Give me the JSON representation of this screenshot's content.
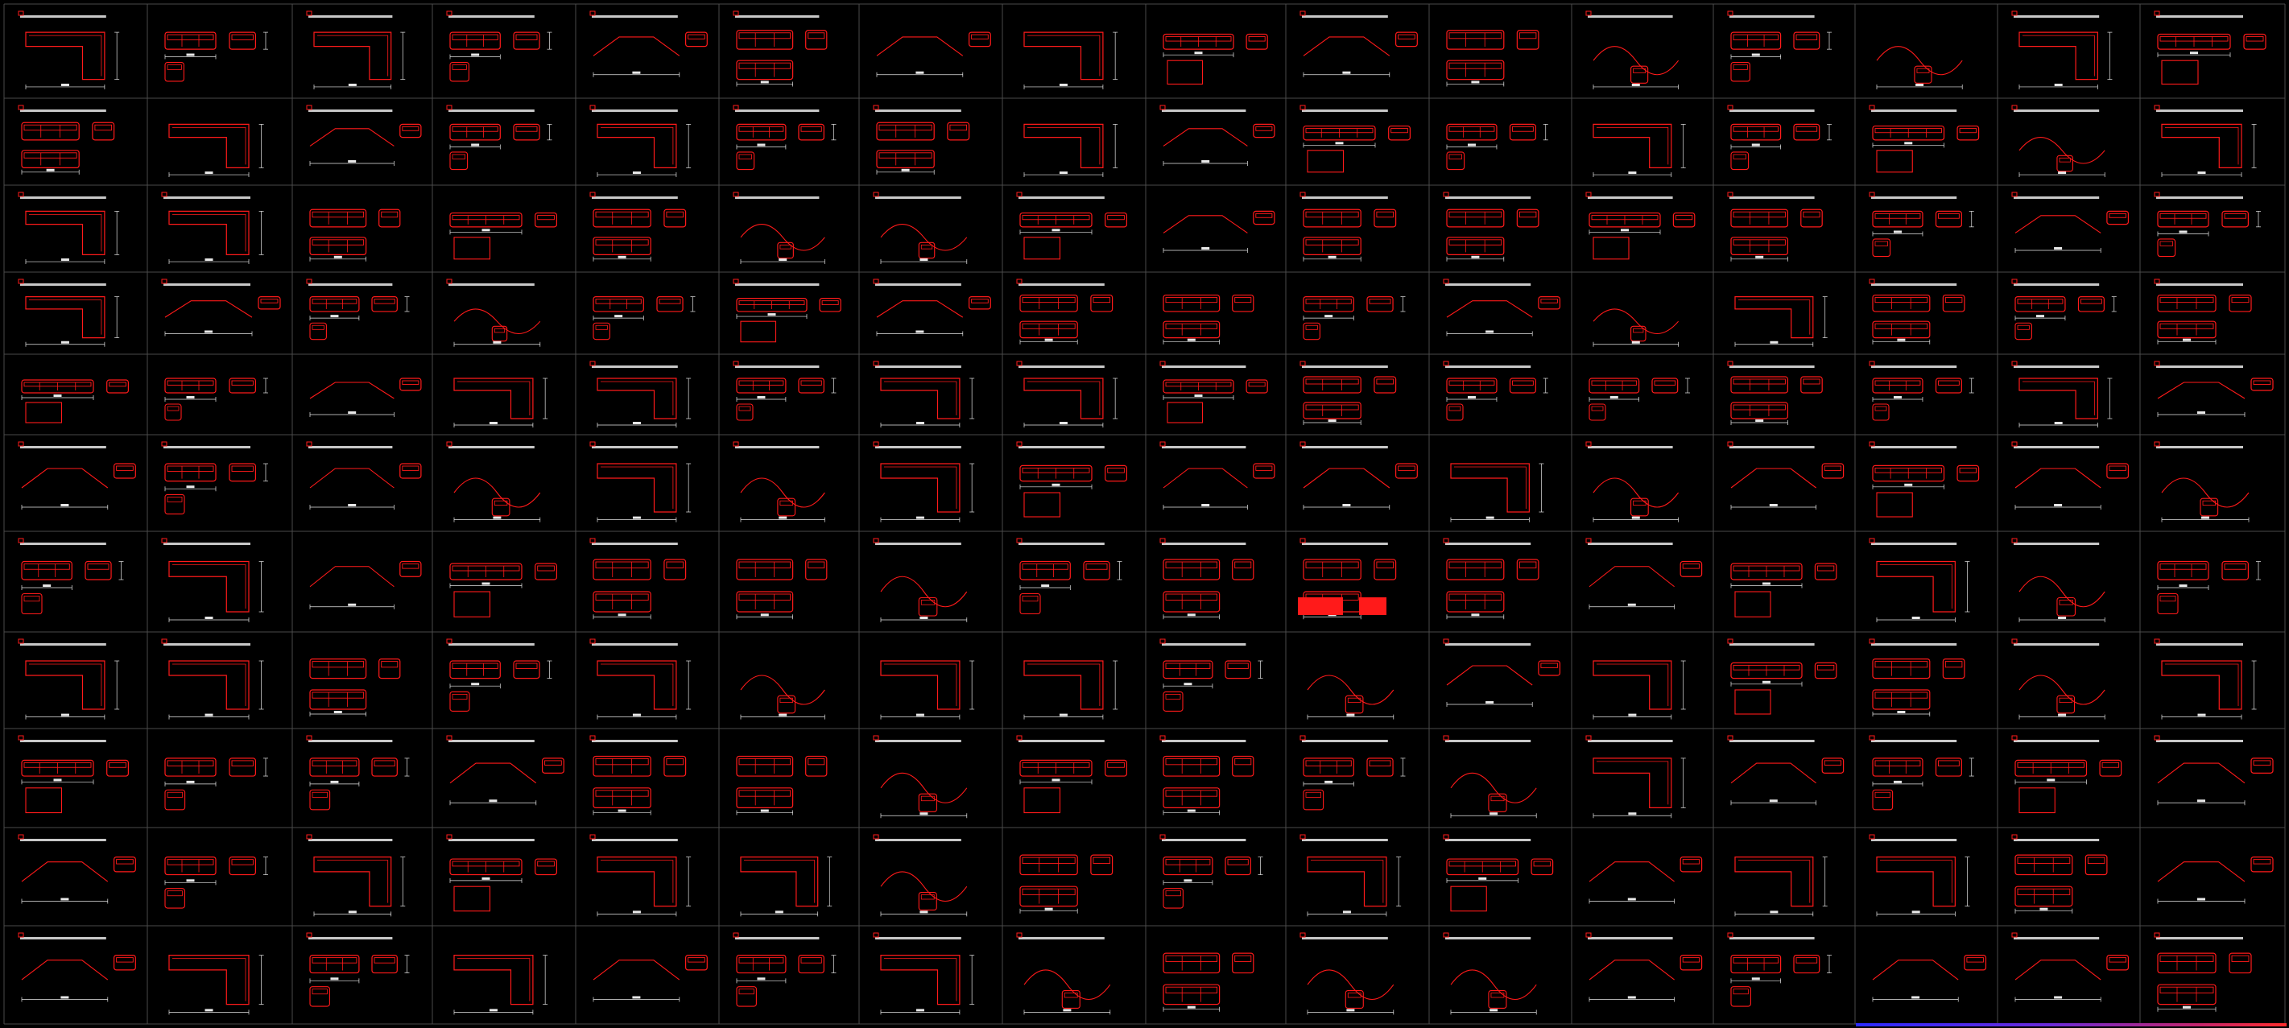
{
  "drawing": {
    "colors": {
      "background": "#000000",
      "grid_line": "#4a4a4a",
      "sofa_outline": "#ff1a1a",
      "dimension_line": "#e8e8e8",
      "title_bar": "#c8c8c8",
      "accent_fill": "#ff1a1a"
    },
    "grid": {
      "rows": 11,
      "columns": 16
    },
    "cells": [
      {
        "id": "r0c0",
        "variant": "sofa-set-a"
      },
      {
        "id": "r0c1",
        "variant": "sofa-set-a"
      },
      {
        "id": "r0c2",
        "variant": "single-chair"
      },
      {
        "id": "r0c3",
        "variant": "sofa-set-large"
      },
      {
        "id": "r0c5",
        "variant": "angled-sectional"
      },
      {
        "id": "r0c6",
        "variant": "angled-sectional"
      },
      {
        "id": "r0c7",
        "variant": "modular-row"
      },
      {
        "id": "r0c8",
        "variant": "modular-row"
      },
      {
        "id": "r0c9",
        "variant": "l-sectional"
      },
      {
        "id": "r0c10",
        "variant": "l-sectional"
      },
      {
        "id": "r0c11",
        "variant": "curved-sofa"
      },
      {
        "id": "r0c12",
        "variant": "sofa-set-b"
      },
      {
        "id": "r0c13",
        "variant": "sofa-set-b"
      },
      {
        "id": "r0c14",
        "variant": "sofa-set-b"
      },
      {
        "id": "r0c15",
        "variant": "sofa-set-b"
      }
    ]
  }
}
